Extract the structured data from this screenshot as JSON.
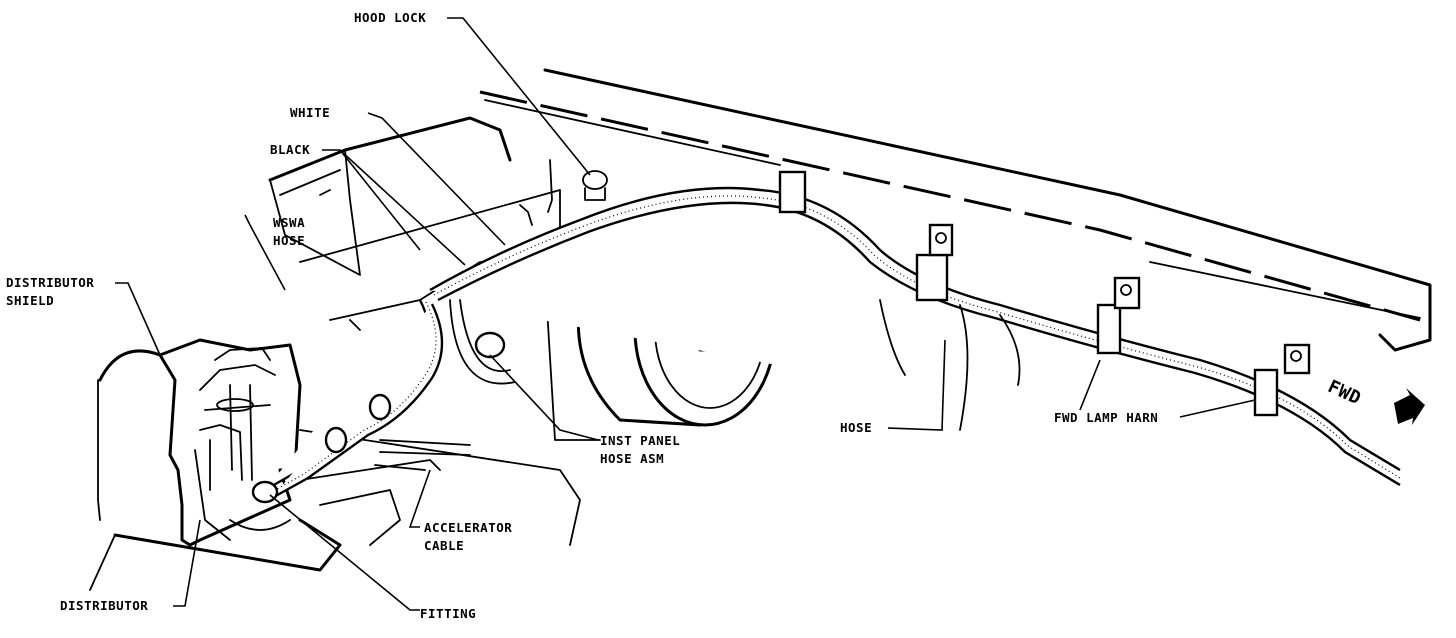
{
  "labels": {
    "hood_lock": "HOOD LOCK",
    "white": "WHITE",
    "black": "BLACK",
    "wsma_hose_1": "WSWA",
    "wsma_hose_2": "HOSE",
    "distributor_shield_1": "DISTRIBUTOR",
    "distributor_shield_2": "SHIELD",
    "inst_panel_1": "INST PANEL",
    "inst_panel_2": "HOSE ASM",
    "hose": "HOSE",
    "fwd_lamp_harn": "FWD LAMP HARN",
    "fwd": "FWD",
    "accelerator_1": "ACCELERATOR",
    "accelerator_2": "CABLE",
    "distributor": "DISTRIBUTOR",
    "fitting": "FITTING"
  }
}
